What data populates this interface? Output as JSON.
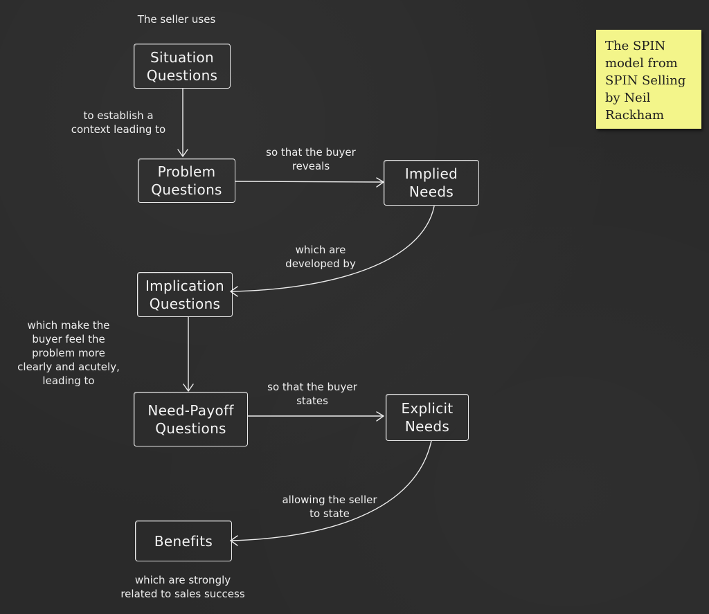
{
  "boxes": {
    "situation": [
      "Situation",
      "Questions"
    ],
    "problem": [
      "Problem",
      "Questions"
    ],
    "implied": [
      "Implied",
      "Needs"
    ],
    "implication": [
      "Implication",
      "Questions"
    ],
    "need_payoff": [
      "Need-Payoff",
      "Questions"
    ],
    "explicit": [
      "Explicit",
      "Needs"
    ],
    "benefits": [
      "Benefits"
    ]
  },
  "labels": {
    "seller_uses": [
      "The seller uses"
    ],
    "establish_context": [
      "to establish a",
      "context leading to"
    ],
    "buyer_reveals": [
      "so that the buyer",
      "reveals"
    ],
    "developed_by": [
      "which are",
      "developed by"
    ],
    "make_buyer_feel": [
      "which make the",
      "buyer feel the",
      "problem more",
      "clearly and acutely,",
      "leading to"
    ],
    "buyer_states": [
      "so that the buyer",
      "states"
    ],
    "seller_to_state": [
      "allowing the seller",
      "to state"
    ],
    "related_success": [
      "which are strongly",
      "related to sales success"
    ]
  },
  "note": {
    "lines": [
      "The SPIN",
      "model from",
      "SPIN Selling",
      "by Neil",
      "Rackham"
    ]
  },
  "colors": {
    "board": "#2a2a2a",
    "chalk": "#f2f2f2",
    "sticky": "#f3f58a"
  }
}
